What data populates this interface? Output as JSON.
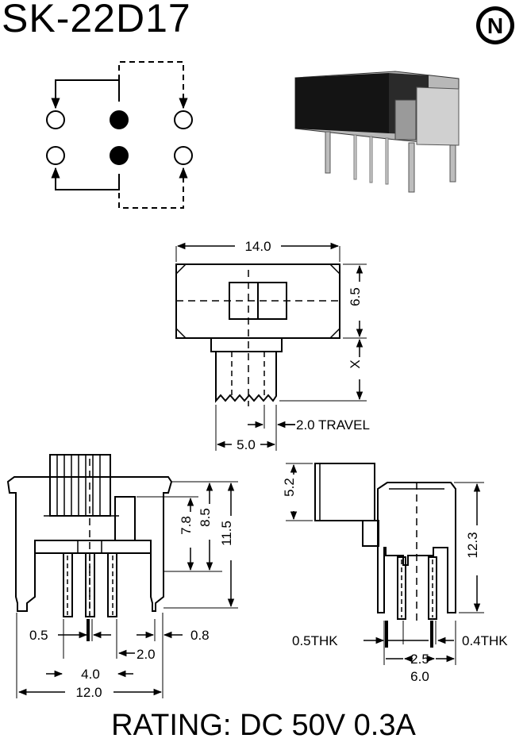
{
  "title": "SK-22D17",
  "logo": {
    "letter": "N"
  },
  "top_view": {
    "width_dim": "14.0",
    "height_dim": "6.5",
    "extension_dim": "X",
    "travel_dim": "2.0 TRAVEL",
    "actuator_dim": "5.0"
  },
  "front_view": {
    "dim_a": "7.8",
    "dim_b": "8.5",
    "dim_c": "11.5",
    "pin_thickness": "0.5",
    "pin_width": "0.8",
    "pitch": "2.0",
    "inner_span": "4.0",
    "outer_span": "12.0"
  },
  "side_view": {
    "actuator_height": "5.2",
    "height": "12.3",
    "pin_thk_left": "0.5THK",
    "pin_thk_right": "0.4THK",
    "pitch": "2.5",
    "width": "6.0"
  },
  "rating": "RATING: DC 50V 0.3A"
}
